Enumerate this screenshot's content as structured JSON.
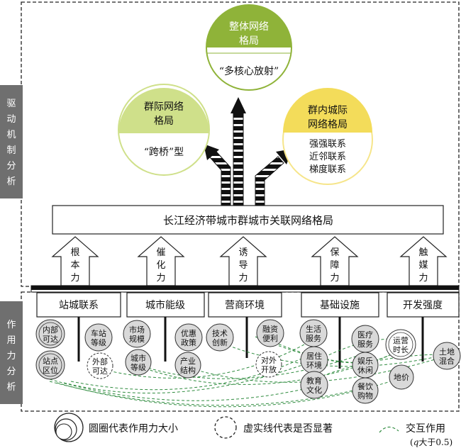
{
  "side_labels": {
    "drive": [
      "驱",
      "动",
      "机",
      "制",
      "分",
      "析"
    ],
    "force": [
      "作",
      "用",
      "力",
      "分",
      "析"
    ]
  },
  "circles": {
    "overall": {
      "title": [
        "整体网络",
        "格局"
      ],
      "body": [
        "“多核心放射”"
      ]
    },
    "inter": {
      "title": [
        "群际网络",
        "格局"
      ],
      "body": [
        "“跨桥”型"
      ]
    },
    "intra": {
      "title": [
        "群内城际",
        "网络格局"
      ],
      "body": [
        "强强联系",
        "近邻联系",
        "梯度联系"
      ]
    }
  },
  "main_box": "长江经济带城市群城市关联网络格局",
  "forces": [
    {
      "chars": [
        "根",
        "本",
        "力"
      ]
    },
    {
      "chars": [
        "催",
        "化",
        "力"
      ]
    },
    {
      "chars": [
        "诱",
        "导",
        "力"
      ]
    },
    {
      "chars": [
        "保",
        "障",
        "力"
      ]
    },
    {
      "chars": [
        "触",
        "媒",
        "力"
      ]
    }
  ],
  "categories": [
    "站城联系",
    "城市能级",
    "营商环境",
    "基础设施",
    "开发强度"
  ],
  "factors": [
    [
      "内部",
      "可达"
    ],
    [
      "车站",
      "等级"
    ],
    [
      "站点",
      "区位"
    ],
    [
      "外部",
      "可达"
    ],
    [
      "市场",
      "规模"
    ],
    [
      "优惠",
      "政策"
    ],
    [
      "城市",
      "等级"
    ],
    [
      "产业",
      "结构"
    ],
    [
      "技术",
      "创新"
    ],
    [
      "融资",
      "便利"
    ],
    [
      "对外",
      "开放"
    ],
    [
      "生活",
      "服务"
    ],
    [
      "医疗",
      "服务"
    ],
    [
      "居住",
      "环境"
    ],
    [
      "娱乐",
      "休闲"
    ],
    [
      "教育",
      "文化"
    ],
    [
      "餐饮",
      "购物"
    ],
    [
      "运营",
      "时长"
    ],
    [
      "土地",
      "混合"
    ],
    [
      "地价"
    ]
  ],
  "legend": {
    "circles": "圆圈代表作用力大小",
    "dashed": "虚实线代表是否显著",
    "interact": "交互作用",
    "interact_note_pre": "(",
    "interact_note_q": "q",
    "interact_note_post": "大于0.5)"
  },
  "colors": {
    "sidebar": "#6f6f6f",
    "green": "#8fb339",
    "green_light": "#cfe08a",
    "yellow": "#f3dc5a",
    "yellow_light": "#f6e58a",
    "factor_fill": "#d9d9d9",
    "interaction": "#2e8b3e"
  }
}
